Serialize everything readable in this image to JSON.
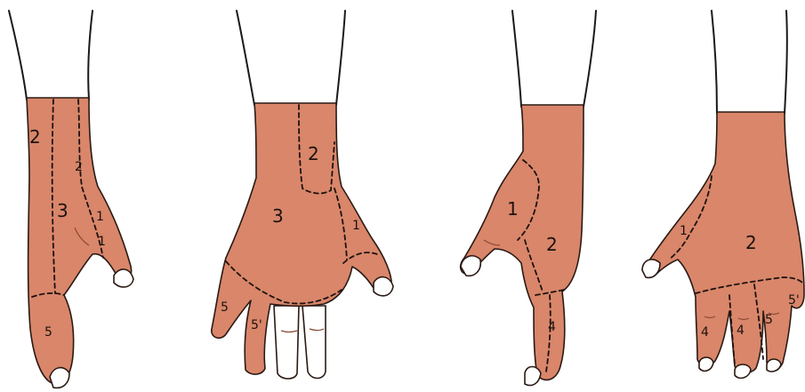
{
  "colors": {
    "skin": "#d9866a",
    "ink": "#1c120e",
    "background": "#ffffff"
  },
  "hands": [
    {
      "view": "side",
      "labels": [
        "2",
        "3",
        "2",
        "1",
        "1",
        "5"
      ]
    },
    {
      "view": "back",
      "labels": [
        "2",
        "3",
        "1",
        "5",
        "5'"
      ]
    },
    {
      "view": "side",
      "labels": [
        "1",
        "2",
        "4"
      ]
    },
    {
      "view": "back",
      "labels": [
        "1",
        "2",
        "4",
        "4",
        "5",
        "5'"
      ]
    }
  ]
}
